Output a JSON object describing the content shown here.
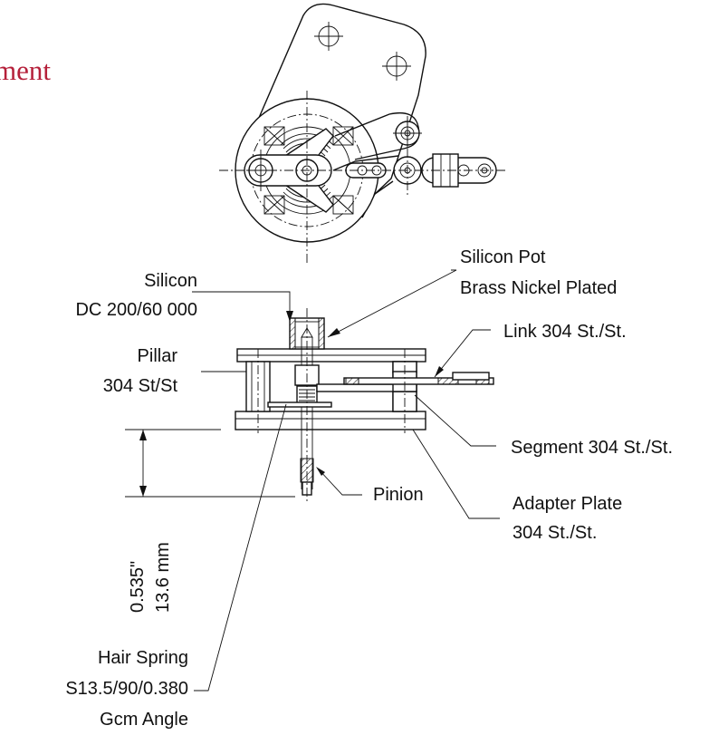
{
  "title_fragment": "ment",
  "labels": {
    "silicon_line1": "Silicon",
    "silicon_line2": "DC 200/60 000",
    "pot_line1": "Silicon Pot",
    "pot_line2": "Brass Nickel Plated",
    "pillar_line1": "Pillar",
    "pillar_line2": "304 St/St",
    "link": "Link 304 St./St.",
    "segment": "Segment 304 St./St.",
    "pinion": "Pinion",
    "adapter_line1": "Adapter Plate",
    "adapter_line2": "304 St./St.",
    "dim_inch": "0.535\"",
    "dim_mm": "13.6 mm",
    "hair_line1": "Hair Spring",
    "hair_line2": "S13.5/90/0.380",
    "hair_line3": "Gcm Angle"
  },
  "colors": {
    "title": "#b5203a",
    "ink": "#111111"
  }
}
